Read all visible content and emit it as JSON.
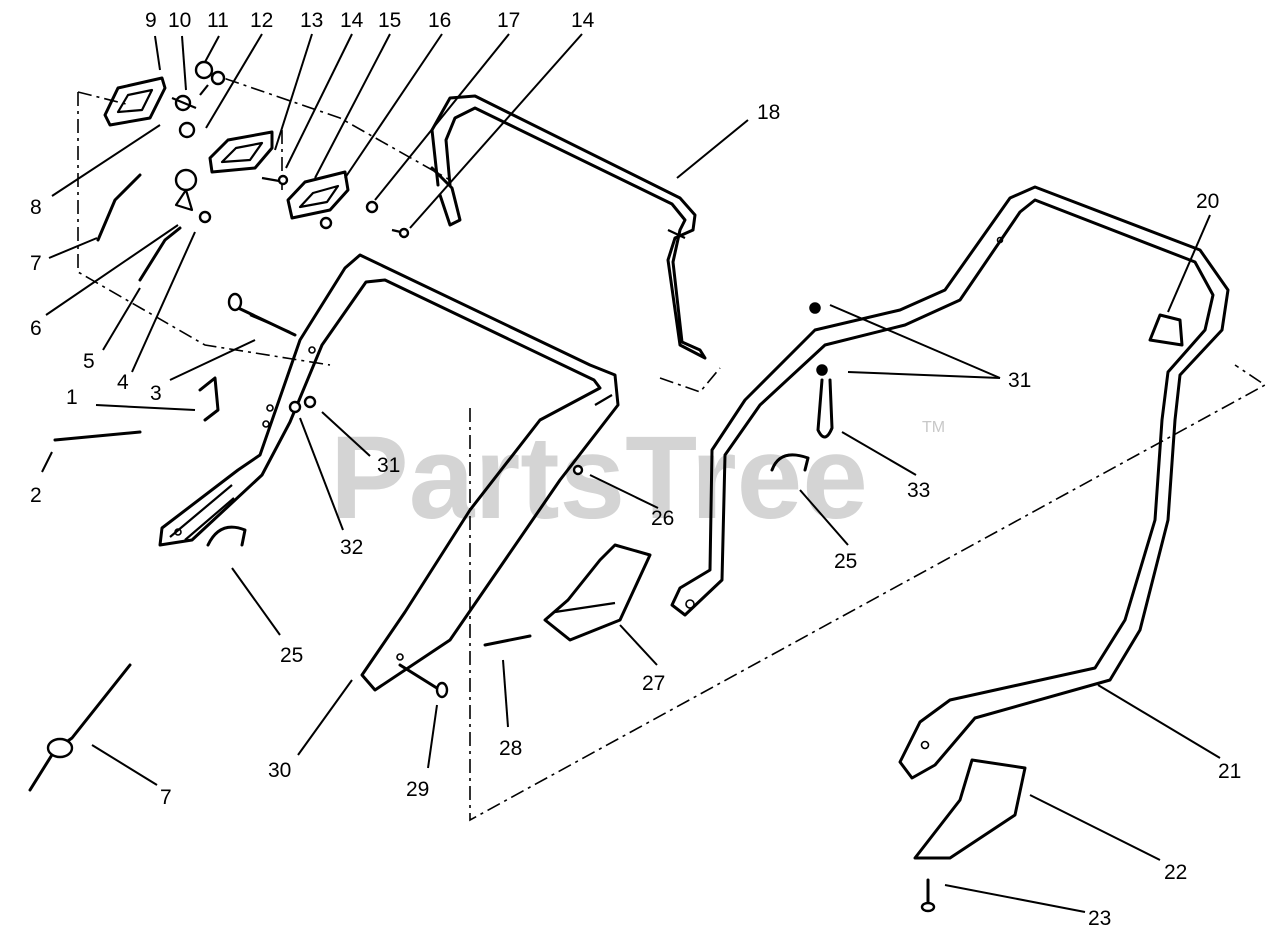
{
  "watermark": {
    "text": "PartsTree",
    "trademark": "TM"
  },
  "callouts": {
    "c1": "1",
    "c2": "2",
    "c3": "3",
    "c4": "4",
    "c5": "5",
    "c6": "6",
    "c7a": "7",
    "c7b": "7",
    "c8": "8",
    "c9": "9",
    "c10": "10",
    "c11": "11",
    "c12": "12",
    "c13": "13",
    "c14a": "14",
    "c14b": "14",
    "c15": "15",
    "c16": "16",
    "c17": "17",
    "c18": "18",
    "c20": "20",
    "c21": "21",
    "c22": "22",
    "c23": "23",
    "c25a": "25",
    "c25b": "25",
    "c26": "26",
    "c27": "27",
    "c28": "28",
    "c29": "29",
    "c30": "30",
    "c31a": "31",
    "c31b": "31",
    "c32": "32",
    "c33": "33"
  }
}
